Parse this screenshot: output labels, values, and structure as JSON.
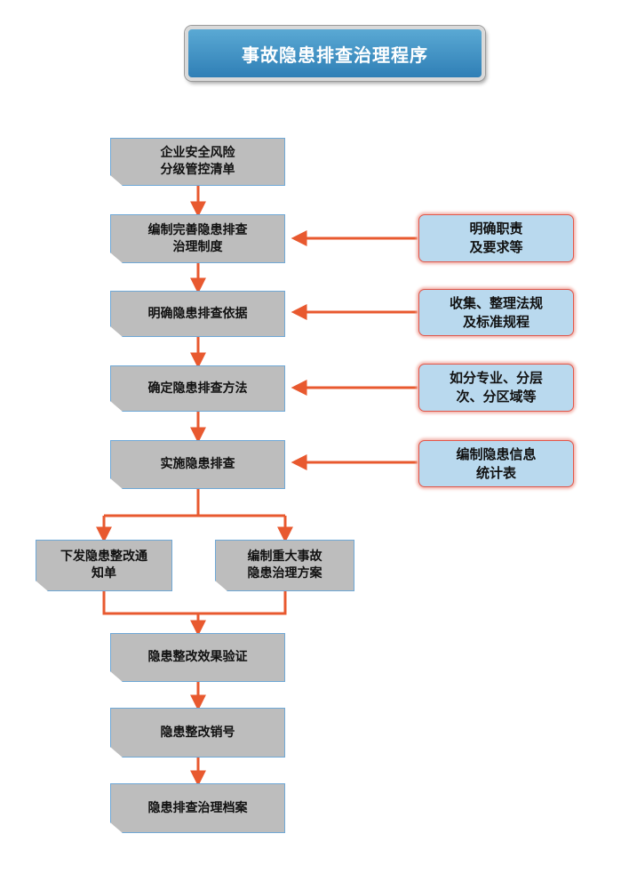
{
  "title": "事故隐患排查治理程序",
  "steps": {
    "risk_list": "企业安全风险\n分级管控清单",
    "system": "编制完善隐患排查\n治理制度",
    "basis": "明确隐患排查依据",
    "method": "确定隐患排查方法",
    "implement": "实施隐患排查",
    "notice": "下发隐患整改通\n知单",
    "major_plan": "编制重大事故\n隐患治理方案",
    "verify": "隐患整改效果验证",
    "close": "隐患整改销号",
    "archive": "隐患排查治理档案"
  },
  "notes": {
    "duties": "明确职责\n及要求等",
    "regulations": "收集、整理法规\n及标准规程",
    "layered": "如分专业、分层\n次、分区域等",
    "statistics": "编制隐患信息\n统计表"
  },
  "colors": {
    "title_fill": "#3f93c6",
    "step_fill": "#bdbdbd",
    "note_fill": "#b9d9ee",
    "note_border": "#e2574a",
    "arrow": "#e8592f"
  }
}
